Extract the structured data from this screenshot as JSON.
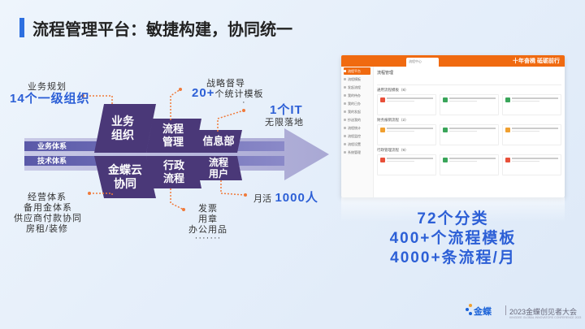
{
  "title": "流程管理平台：敏捷构建，协同统一",
  "left_top": {
    "line1": "业务规划",
    "line2": "14个一级组织"
  },
  "left_bottom": {
    "line1": "经营体系",
    "line2": "备用金体系",
    "line3": "供应商付款协同",
    "line4": "房租/装修"
  },
  "arrow": {
    "business_label": "业务体系",
    "tech_label": "技术体系"
  },
  "blocks": {
    "b1": "业务\n组织",
    "b2": "流程\n管理",
    "b3": "信息部",
    "b4": "金蝶云\n协同",
    "b5": "行政\n流程",
    "b6": "流程\n用户"
  },
  "top_ann": {
    "line1": "战略督导",
    "line2_big": "20+",
    "line2_rest": "个统计模板",
    "line3": "·"
  },
  "it_ann": {
    "big": "1个IT",
    "small": "无限落地"
  },
  "monthly": {
    "small": "月活",
    "big": "1000人"
  },
  "bottom_ann": {
    "line1": "发票",
    "line2": "用章",
    "line3": "办公用品",
    "line4": "·······"
  },
  "stats": {
    "line1": "72个分类",
    "line2": "400+个流程模板",
    "line3": "4000+条流程/月"
  },
  "app": {
    "tab_label": "流程中心",
    "banner": "十年奋楫  砥砺前行",
    "crumb": "流程管理",
    "sidebar": [
      "流程平台",
      "流程模板",
      "发起流程",
      "我的待办",
      "我的已办",
      "我的发起",
      "抄送我的",
      "流程统计",
      "流程监控",
      "流程设置",
      "系统管理"
    ],
    "sections": [
      "通用流程模板（8）",
      "财务报销流程（2）",
      "行政管理流程（9）"
    ]
  },
  "footer": {
    "logo": "金蝶",
    "event": "2023金蝶创见者大会",
    "sub": "KINGDEE GLOBAL INNOVATORS CONFERENCE 2023"
  },
  "colors": {
    "accent": "#2c5fd6",
    "block_dark": "#4a3878",
    "arrow_fill": "#b3b4d8",
    "dotted": "#f07a3a",
    "app_orange": "#f06a10"
  }
}
